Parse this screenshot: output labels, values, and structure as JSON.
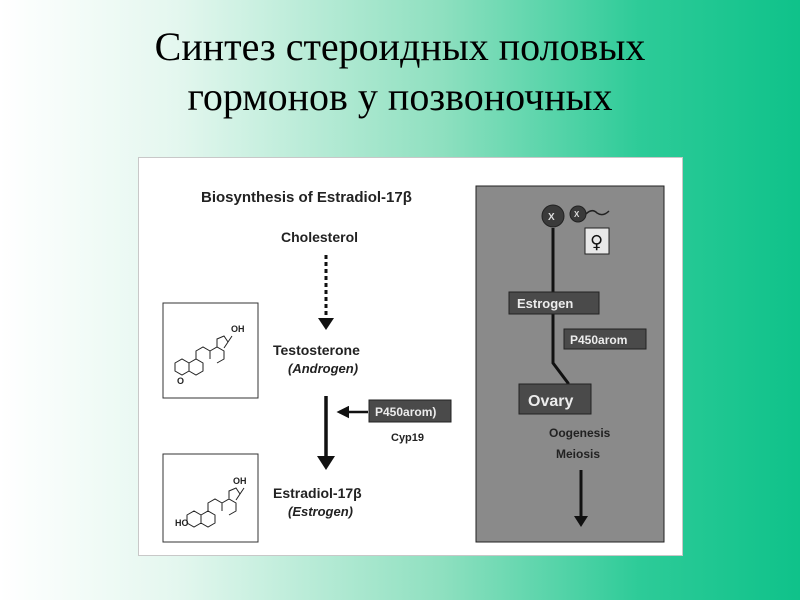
{
  "slide": {
    "title_line1": "Синтез стероидных половых",
    "title_line2": "гормонов у позвоночных"
  },
  "diagram": {
    "heading": "Biosynthesis of Estradiol-17β",
    "cholesterol": "Cholesterol",
    "testosterone": "Testosterone",
    "androgen": "(Androgen)",
    "enzyme_box": "P450arom)",
    "gene": "Cyp19",
    "estradiol": "Estradiol-17β",
    "estrogen_paren": "(Estrogen)",
    "oh_top": "OH",
    "oh_bottom": "OH",
    "keto_o": "O",
    "ho": "HO",
    "panel": {
      "chrom_x1": "X",
      "chrom_x2": "X",
      "female_symbol": "♀",
      "estrogen_box": "Estrogen",
      "enzyme_box": "P450arom",
      "ovary_box": "Ovary",
      "oogenesis": "Oogenesis",
      "meiosis": "Meiosis"
    }
  },
  "colors": {
    "panel_bg": "#8a8a8a",
    "box_fill": "#4a4a4a",
    "box_text": "#ececec",
    "slide_gradient_end": "#0fc28a"
  }
}
